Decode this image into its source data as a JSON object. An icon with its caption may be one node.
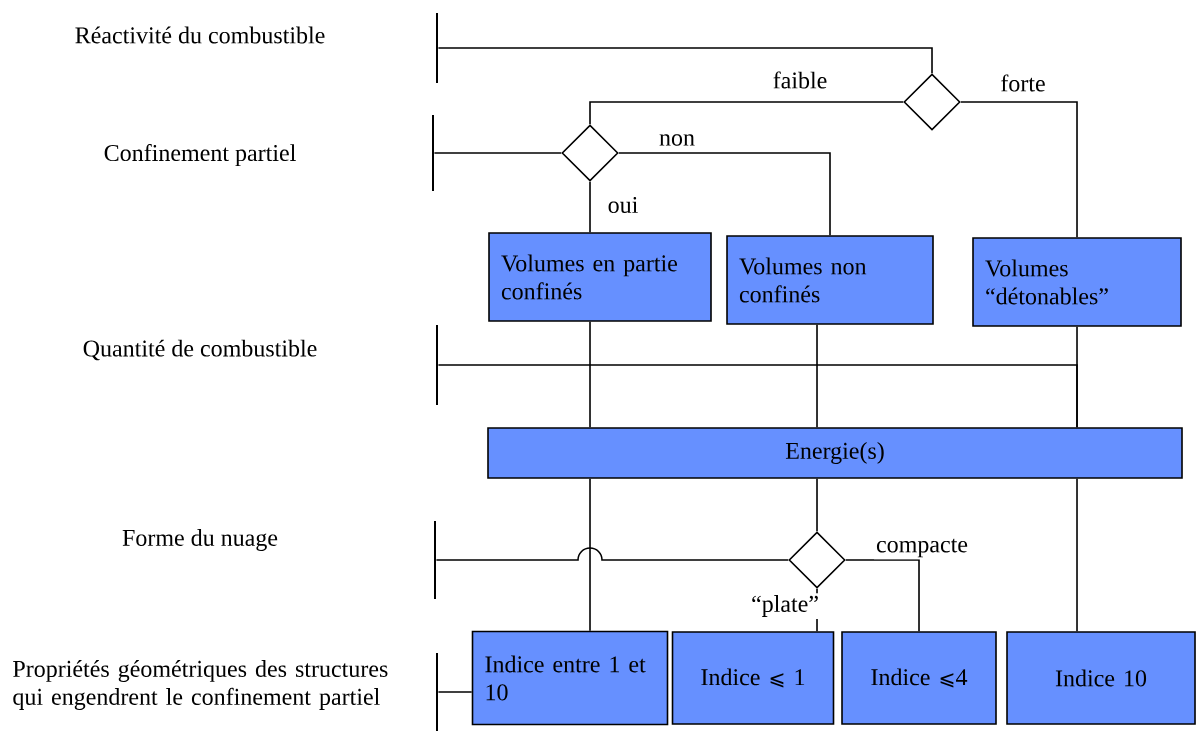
{
  "diagram": {
    "nodes": [
      {
        "text": [],
        "shape": "bar"
      },
      {
        "text": [],
        "shape": "diamond"
      },
      {
        "text": [],
        "shape": "bar"
      },
      {
        "text": [],
        "shape": "diamond"
      },
      {
        "text": [
          "Volumes en partie confinés"
        ]
      },
      {
        "text": [
          "Volumes non confinés"
        ]
      },
      {
        "text": [
          "Volumes “détonables”"
        ]
      },
      {
        "text": [],
        "shape": "bar"
      },
      {
        "text": [
          "Energie(s)"
        ]
      },
      {
        "text": [],
        "shape": "bar"
      },
      {
        "text": [],
        "shape": "diamond"
      },
      {
        "text": [],
        "shape": "bar"
      },
      {
        "text": [
          "Indice entre 1 et 10"
        ]
      },
      {
        "text": [
          "Indice ⩽ 1"
        ]
      },
      {
        "text": [
          "Indice ⩽4"
        ]
      },
      {
        "text": [
          "Indice 10"
        ]
      }
    ],
    "edges": [
      {
        "from": 0,
        "to": 1,
        "arrow": "none"
      },
      {
        "from": 1,
        "to": 3,
        "arrow": "none",
        "label": "faible"
      },
      {
        "from": 1,
        "to": 6,
        "arrow": "none",
        "label": "forte"
      },
      {
        "from": 2,
        "to": 3,
        "arrow": "none"
      },
      {
        "from": 3,
        "to": 4,
        "arrow": "none",
        "label": "oui"
      },
      {
        "from": 3,
        "to": 5,
        "arrow": "none",
        "label": "non"
      },
      {
        "from": 7,
        "to": 8,
        "arrow": "none"
      },
      {
        "from": 4,
        "to": 8,
        "arrow": "none"
      },
      {
        "from": 5,
        "to": 8,
        "arrow": "none"
      },
      {
        "from": 6,
        "to": 8,
        "arrow": "none"
      },
      {
        "from": 8,
        "to": 12,
        "arrow": "none"
      },
      {
        "from": 8,
        "to": 10,
        "arrow": "none"
      },
      {
        "from": 9,
        "to": 10,
        "arrow": "none"
      },
      {
        "from": 10,
        "to": 13,
        "arrow": "none",
        "label": "“plate”"
      },
      {
        "from": 10,
        "to": 14,
        "arrow": "none",
        "label": "compacte"
      },
      {
        "from": 8,
        "to": 15,
        "arrow": "none"
      },
      {
        "from": 11,
        "to": 12,
        "arrow": "none"
      }
    ],
    "labels": [
      "Réactivité du combustible",
      "Confinement partiel",
      "Quantité de combustible",
      "Forme du nuage",
      "Propriétés géométriques des structures qui engendrent le confinement partiel"
    ]
  }
}
